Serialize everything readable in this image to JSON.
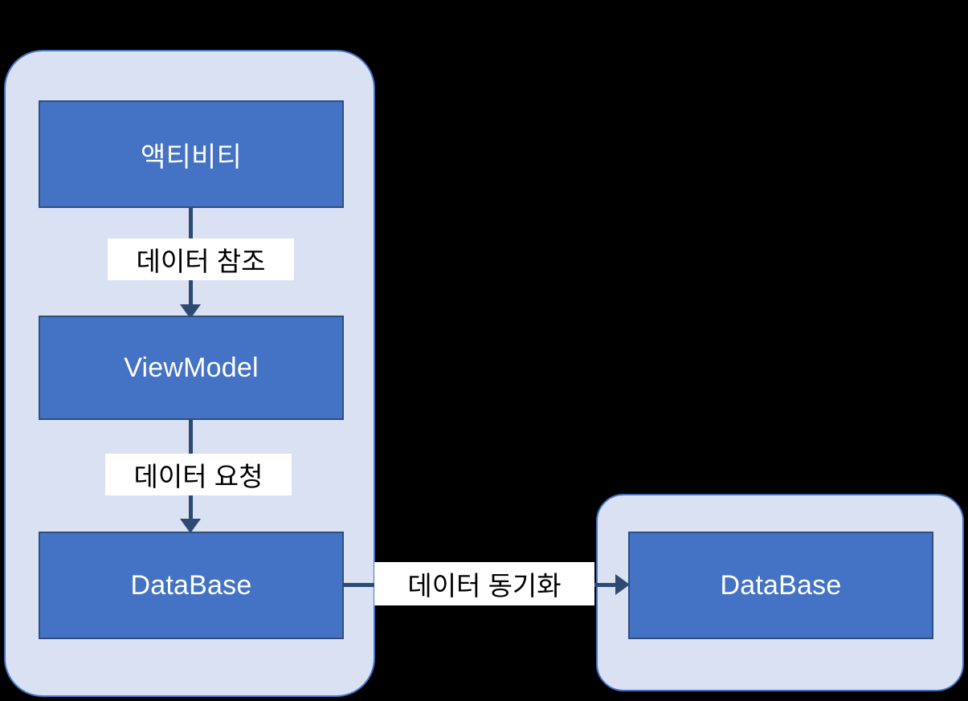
{
  "diagram": {
    "background_color": "#000000",
    "node_fill_color": "#4472C4",
    "node_border_color": "#2E4E7E",
    "container_fill_color": "#D9E1F2",
    "container_border_color": "#4472C4",
    "connector_color": "#2E4A73",
    "label_background_color": "#FFFFFF",
    "node_text_color": "#FFFFFF",
    "containers": [
      {
        "id": "device",
        "label": ""
      },
      {
        "id": "server",
        "label": ""
      }
    ],
    "nodes": [
      {
        "id": "activity",
        "label": "액티비티",
        "group": "device"
      },
      {
        "id": "viewmodel",
        "label": "ViewModel",
        "group": "device"
      },
      {
        "id": "database_local",
        "label": "DataBase",
        "group": "device"
      },
      {
        "id": "database_remote",
        "label": "DataBase",
        "group": "server"
      }
    ],
    "edges": [
      {
        "id": "activity-to-viewmodel",
        "from": "activity",
        "to": "viewmodel",
        "label": "데이터 참조",
        "direction": "down"
      },
      {
        "id": "viewmodel-to-database",
        "from": "viewmodel",
        "to": "database_local",
        "label": "데이터 요청",
        "direction": "down"
      },
      {
        "id": "database-sync",
        "from": "database_local",
        "to": "database_remote",
        "label": "데이터 동기화",
        "direction": "right"
      }
    ]
  }
}
